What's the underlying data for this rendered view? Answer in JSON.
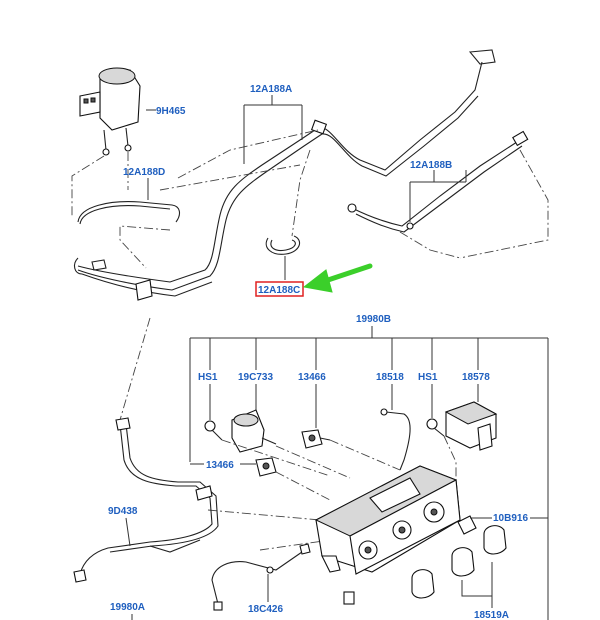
{
  "labels": {
    "9H465": "9H465",
    "12A188A": "12A188A",
    "12A188D": "12A188D",
    "12A188B": "12A188B",
    "12A188C": "12A188C",
    "19980B": "19980B",
    "HS1_left": "HS1",
    "19C733": "19C733",
    "13466_top": "13466",
    "18518": "18518",
    "HS1_right": "HS1",
    "18578": "18578",
    "13466_mid": "13466",
    "9D438": "9D438",
    "10B916": "10B916",
    "19980A": "19980A",
    "18C426": "18C426",
    "18519A": "18519A"
  },
  "colors": {
    "label_text": "#1f5fbf",
    "highlight_box": "#e02020",
    "arrow": "#3bcf2a",
    "line": "#222222"
  }
}
